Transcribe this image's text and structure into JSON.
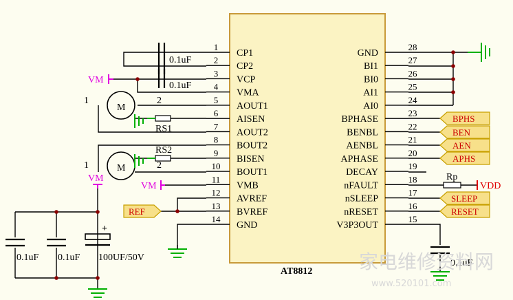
{
  "chip": {
    "name": "AT8812",
    "left_pins": [
      {
        "num": "1",
        "label": "CP1"
      },
      {
        "num": "2",
        "label": "CP2"
      },
      {
        "num": "3",
        "label": "VCP"
      },
      {
        "num": "4",
        "label": "VMA"
      },
      {
        "num": "5",
        "label": "AOUT1"
      },
      {
        "num": "6",
        "label": "AISEN"
      },
      {
        "num": "7",
        "label": "AOUT2"
      },
      {
        "num": "8",
        "label": "BOUT2"
      },
      {
        "num": "9",
        "label": "BISEN"
      },
      {
        "num": "10",
        "label": "BOUT1"
      },
      {
        "num": "11",
        "label": "VMB"
      },
      {
        "num": "12",
        "label": "AVREF"
      },
      {
        "num": "13",
        "label": "BVREF"
      },
      {
        "num": "14",
        "label": "GND"
      }
    ],
    "right_pins": [
      {
        "num": "28",
        "label": "GND"
      },
      {
        "num": "27",
        "label": "BI1"
      },
      {
        "num": "26",
        "label": "BI0"
      },
      {
        "num": "25",
        "label": "AI1"
      },
      {
        "num": "24",
        "label": "AI0"
      },
      {
        "num": "23",
        "label": "BPHASE"
      },
      {
        "num": "22",
        "label": "BENBL"
      },
      {
        "num": "21",
        "label": "AENBL"
      },
      {
        "num": "20",
        "label": "APHASE"
      },
      {
        "num": "19",
        "label": "DECAY"
      },
      {
        "num": "18",
        "label": "nFAULT"
      },
      {
        "num": "17",
        "label": "nSLEEP"
      },
      {
        "num": "16",
        "label": "nRESET"
      },
      {
        "num": "15",
        "label": "V3P3OUT"
      }
    ]
  },
  "ports": {
    "bphs": "BPHS",
    "ben": "BEN",
    "aen": "AEN",
    "aphs": "APHS",
    "sleep": "SLEEP",
    "reset": "RESET",
    "ref": "REF"
  },
  "labels": {
    "vm": "VM",
    "vdd": "VDD",
    "rp": "Rp",
    "rs1": "RS1",
    "rs2": "RS2",
    "cap_pump": "0.1uF",
    "cap_vcp": "0.1uF",
    "cap_v3p3": "0.1uF",
    "cap_a": "0.1uF",
    "cap_b": "0.1uF",
    "cap_bulk": "100UF/50V",
    "motor_a_p1": "1",
    "motor_a_p2": "2",
    "motor_b_p1": "1",
    "motor_b_p2": "2",
    "motor_letter": "M",
    "plus": "+"
  },
  "watermark": {
    "cn": "家电维修资料网",
    "url": "www.520101.com"
  },
  "colors": {
    "wire": "#000000",
    "port_fill": "#f7e08a",
    "port_stroke": "#c8a000",
    "port_text": "#cc0000",
    "chip_fill": "#fbf3c3",
    "chip_stroke": "#c89a3a",
    "power_vm": "#e000e0",
    "power_vdd": "#e00000",
    "ground": "#00b000",
    "junction": "#8b0000"
  }
}
